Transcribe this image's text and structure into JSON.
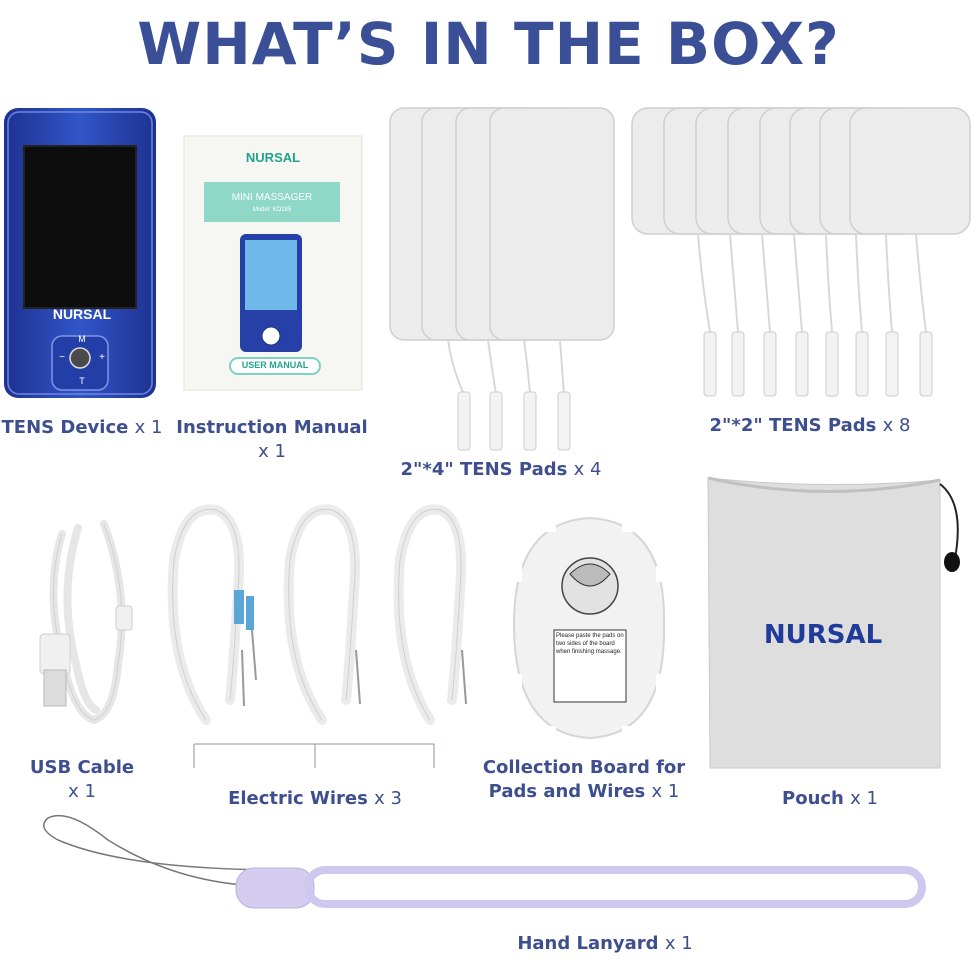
{
  "title": "WHAT’S IN THE BOX?",
  "device": {
    "brand": "NURSAL",
    "button_m": "M",
    "button_t": "T",
    "button_minus": "−",
    "button_plus": "+",
    "label": "TENS Device",
    "qty": "x 1"
  },
  "manual": {
    "brand": "NURSAL",
    "product": "MINI MASSAGER",
    "model": "Model: KO185",
    "badge": "USER MANUAL",
    "label": "Instruction Manual",
    "qty": "x 1"
  },
  "pads_large": {
    "label": "2\"*4\" TENS Pads",
    "qty": "x 4"
  },
  "pads_small": {
    "label": "2\"*2\" TENS Pads",
    "qty": "x 8"
  },
  "usb": {
    "label": "USB Cable",
    "qty": "x 1"
  },
  "wires": {
    "label": "Electric Wires",
    "qty": "x 3"
  },
  "board": {
    "label_line1": "Collection Board for",
    "label_line2": "Pads and Wires",
    "qty": "x 1",
    "note": "Please paste the pads on two sides of the board when finishing massage."
  },
  "pouch": {
    "brand": "NURSAL",
    "label": "Pouch",
    "qty": "x 1"
  },
  "lanyard": {
    "label": "Hand Lanyard",
    "qty": "x 1"
  },
  "colors": {
    "title": "#3a4f96",
    "device_blue": "#2b48b8",
    "label": "#3d4f8e",
    "lanyard": "#cfc8ee"
  }
}
